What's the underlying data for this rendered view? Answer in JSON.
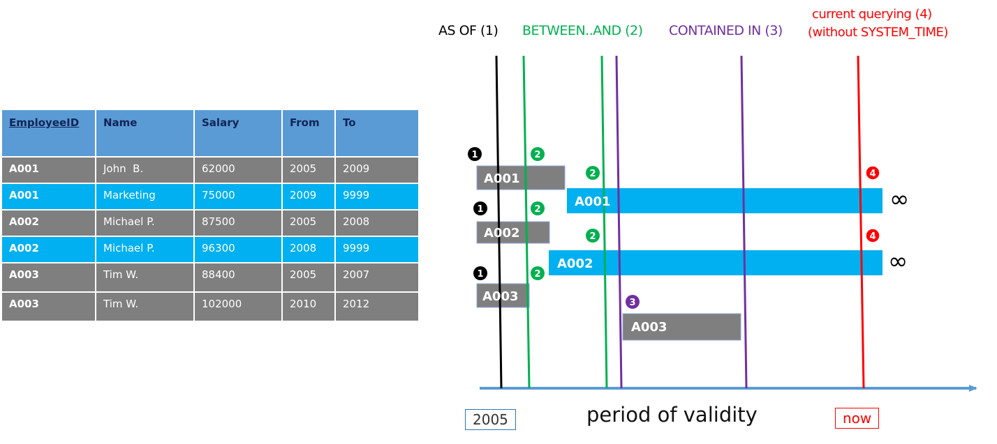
{
  "table": {
    "headers": [
      "EmployeeID",
      "Name",
      "Salary",
      "From",
      "To"
    ],
    "rows": [
      {
        "cells": [
          "A001",
          "John  B.",
          "62000",
          "2005",
          "2009"
        ],
        "kind": "historical"
      },
      {
        "cells": [
          "A001",
          "Marketing",
          "75000",
          "2009",
          "9999"
        ],
        "kind": "current"
      },
      {
        "cells": [
          "A002",
          "Michael P.",
          "87500",
          "2005",
          "2008"
        ],
        "kind": "historical"
      },
      {
        "cells": [
          "A002",
          "Michael P.",
          "96300",
          "2008",
          "9999"
        ],
        "kind": "current"
      },
      {
        "cells": [
          "A003",
          "Tim W.",
          "88400",
          "2005",
          "2007"
        ],
        "kind": "historical"
      },
      {
        "cells": [
          "A003",
          "Tim W.",
          "102000",
          "2010",
          "2012"
        ],
        "kind": "historical"
      }
    ]
  },
  "queries": {
    "as_of": "AS OF (1)",
    "between_and": "BETWEEN..AND (2)",
    "contained_in": "CONTAINED IN (3)",
    "current_line1": "current querying (4)",
    "current_line2": "(without SYSTEM_TIME)"
  },
  "bars": {
    "a001_old": "A001",
    "a001_new": "A001",
    "a002_old": "A002",
    "a002_new": "A002",
    "a003_old": "A003",
    "a003_new": "A003"
  },
  "markers": {
    "one": "1",
    "two": "2",
    "three": "3",
    "four": "4"
  },
  "infinity": "∞",
  "axis": {
    "title": "period of validity",
    "start": "2005",
    "end": "now"
  },
  "colors": {
    "historical": "#7f7f7f",
    "current": "#00b0f0",
    "header": "#5b9bd5",
    "as_of": "#000000",
    "between_and": "#00b050",
    "contained_in": "#7030a0",
    "current_query": "#ff0000",
    "axis": "#5b9bd5"
  }
}
